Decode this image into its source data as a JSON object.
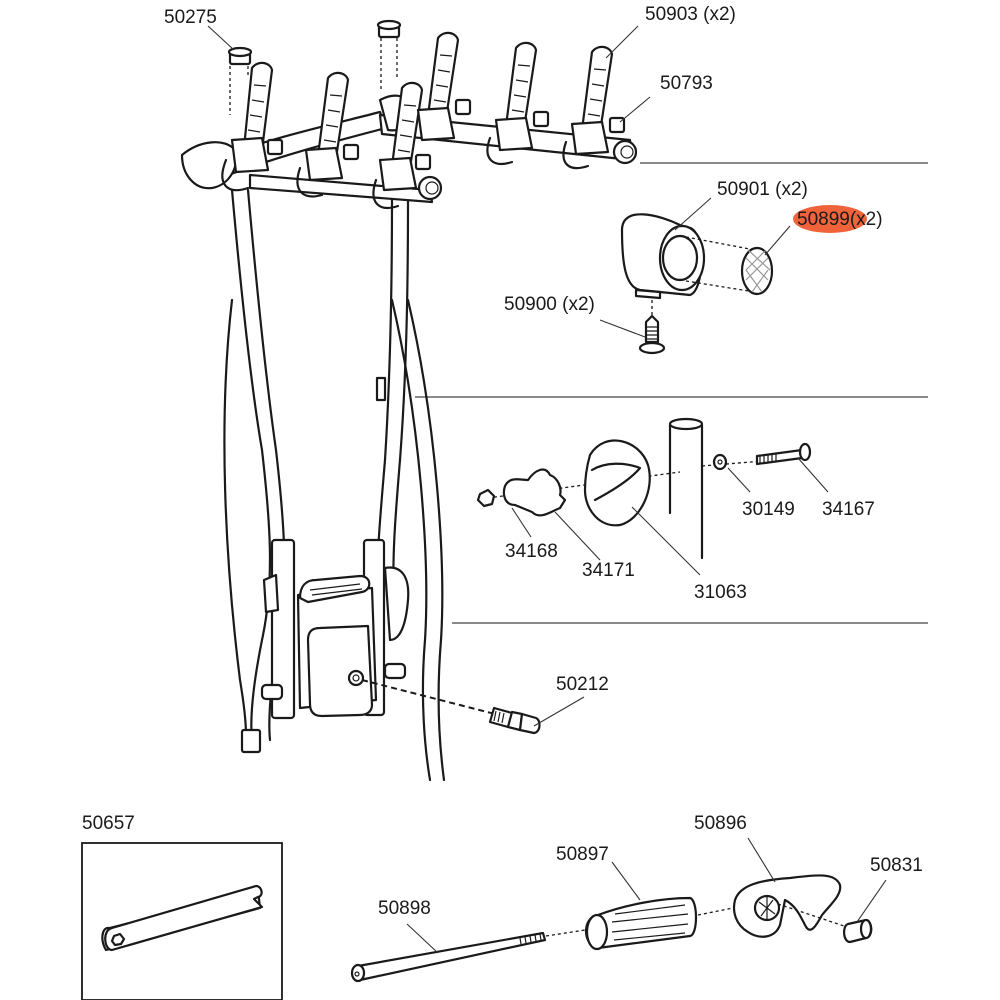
{
  "diagram": {
    "title": "Bike carrier exploded parts diagram",
    "highlight_color": "#f0623a",
    "highlighted_part": "50899",
    "parts": {
      "p50275": {
        "number": "50275",
        "qty": ""
      },
      "p50903": {
        "number": "50903",
        "qty": "(x2)"
      },
      "p50793": {
        "number": "50793",
        "qty": ""
      },
      "p50901": {
        "number": "50901",
        "qty": "(x2)"
      },
      "p50899": {
        "number": "50899",
        "qty": "(x2)"
      },
      "p50900": {
        "number": "50900",
        "qty": "(x2)"
      },
      "p30149": {
        "number": "30149",
        "qty": ""
      },
      "p34167": {
        "number": "34167",
        "qty": ""
      },
      "p34168": {
        "number": "34168",
        "qty": ""
      },
      "p34171": {
        "number": "34171",
        "qty": ""
      },
      "p31063": {
        "number": "31063",
        "qty": ""
      },
      "p50212": {
        "number": "50212",
        "qty": ""
      },
      "p50657": {
        "number": "50657",
        "qty": ""
      },
      "p50897": {
        "number": "50897",
        "qty": ""
      },
      "p50896": {
        "number": "50896",
        "qty": ""
      },
      "p50831": {
        "number": "50831",
        "qty": ""
      },
      "p50898": {
        "number": "50898",
        "qty": ""
      }
    }
  }
}
